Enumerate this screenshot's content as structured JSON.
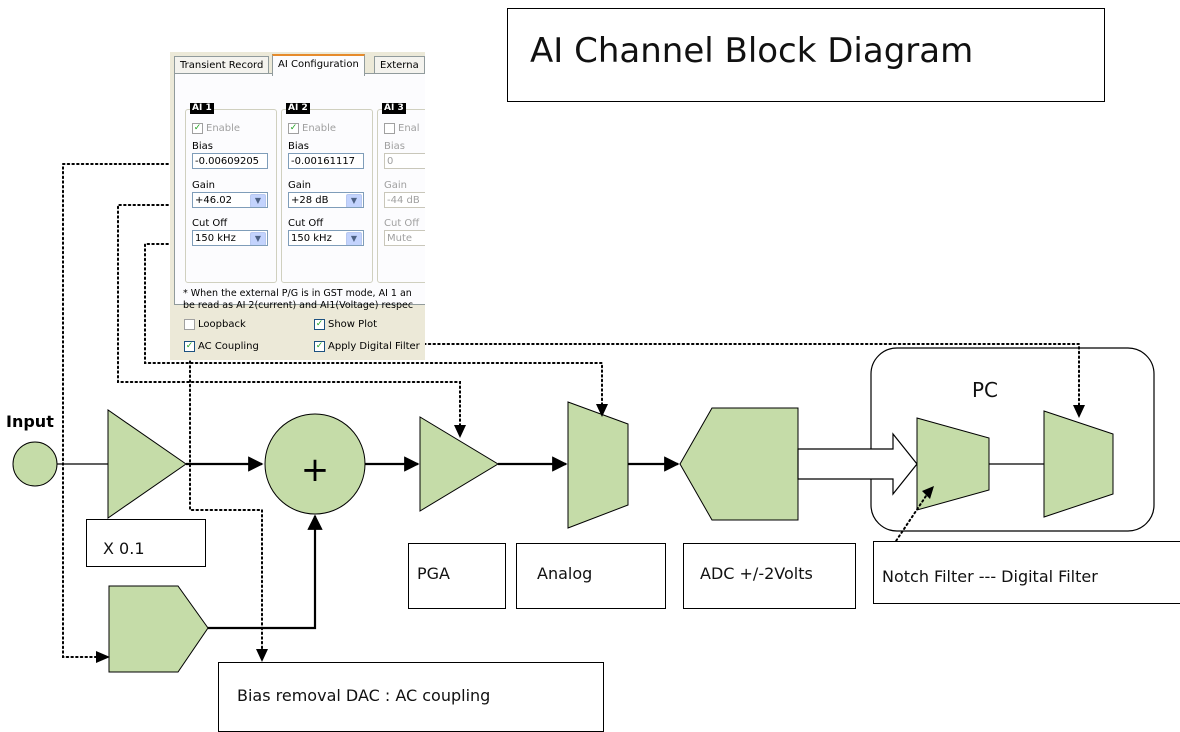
{
  "title": "AI Channel Block Diagram",
  "labels": {
    "input": "Input",
    "x01": "X 0.1",
    "pga": "PGA",
    "analog": "Analog",
    "adc": "ADC +/-2Volts",
    "pc": "PC",
    "filters": "Notch Filter --- Digital Filter",
    "bias_dac": "Bias removal DAC : AC coupling",
    "summer": "+"
  },
  "screenshot": {
    "tabs": [
      "Transient Record",
      "AI Configuration",
      "Externa"
    ],
    "active_tab": 1,
    "channels": [
      {
        "name": "AI 1",
        "enable": "Enable",
        "enable_checked": true,
        "bias_label": "Bias",
        "bias": "-0.00609205",
        "gain_label": "Gain",
        "gain": "+46.02",
        "cutoff_label": "Cut Off",
        "cutoff": "150 kHz",
        "disabled": false
      },
      {
        "name": "AI 2",
        "enable": "Enable",
        "enable_checked": true,
        "bias_label": "Bias",
        "bias": "-0.00161117",
        "gain_label": "Gain",
        "gain": "+28 dB",
        "cutoff_label": "Cut Off",
        "cutoff": "150 kHz",
        "disabled": false
      },
      {
        "name": "AI 3",
        "enable": "Enal",
        "enable_checked": false,
        "bias_label": "Bias",
        "bias": "0",
        "gain_label": "Gain",
        "gain": "-44 dB",
        "cutoff_label": "Cut Off",
        "cutoff": "Mute",
        "disabled": true
      }
    ],
    "note_line1": "* When the external P/G is in GST mode, AI 1 an",
    "note_line2": "be read as AI 2(current) and AI1(Voltage) respec",
    "checkboxes": {
      "loopback": {
        "label": "Loopback",
        "checked": false
      },
      "show_plot": {
        "label": "Show Plot",
        "checked": true
      },
      "ac_coupling": {
        "label": "AC Coupling",
        "checked": true
      },
      "apply_digital_filter": {
        "label": "Apply Digital Filter",
        "checked": true
      }
    }
  },
  "colors": {
    "block_fill": "#c5dca8",
    "line": "#000000"
  }
}
